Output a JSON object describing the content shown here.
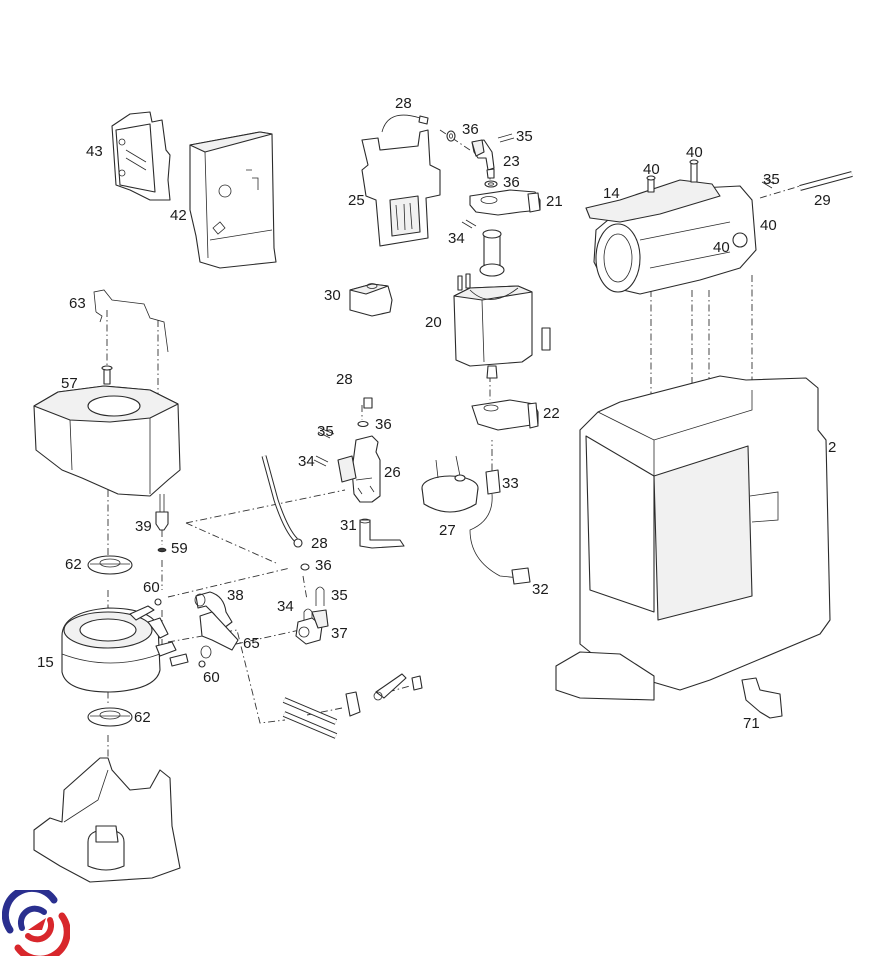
{
  "diagram": {
    "type": "exploded-parts-view",
    "subject": "coffee machine internal components",
    "line_color": "#2b2b2b",
    "background": "#ffffff"
  },
  "callouts": [
    {
      "id": "c-43",
      "label": "43",
      "part": "electronics-holder-bracket"
    },
    {
      "id": "c-42",
      "label": "42",
      "part": "control-board-housing"
    },
    {
      "id": "c-28a",
      "label": "28",
      "part": "hose-top"
    },
    {
      "id": "c-36a",
      "label": "36",
      "part": "o-ring-top"
    },
    {
      "id": "c-35a",
      "label": "35",
      "part": "clip-top"
    },
    {
      "id": "c-23",
      "label": "23",
      "part": "elbow-connector"
    },
    {
      "id": "c-36b",
      "label": "36",
      "part": "o-ring-upper"
    },
    {
      "id": "c-21",
      "label": "21",
      "part": "pump-bracket-upper"
    },
    {
      "id": "c-25",
      "label": "25",
      "part": "valve-assembly"
    },
    {
      "id": "c-34a",
      "label": "34",
      "part": "clip-pump"
    },
    {
      "id": "c-14",
      "label": "14",
      "part": "brew-unit-cover"
    },
    {
      "id": "c-40a",
      "label": "40",
      "part": "screw-a"
    },
    {
      "id": "c-40b",
      "label": "40",
      "part": "screw-b"
    },
    {
      "id": "c-40c",
      "label": "40",
      "part": "screw-c"
    },
    {
      "id": "c-40d",
      "label": "40",
      "part": "screw-d"
    },
    {
      "id": "c-35b",
      "label": "35",
      "part": "clip-brew-unit"
    },
    {
      "id": "c-29",
      "label": "29",
      "part": "hose-brew-unit"
    },
    {
      "id": "c-63",
      "label": "63",
      "part": "wire-bracket"
    },
    {
      "id": "c-30",
      "label": "30",
      "part": "flow-meter"
    },
    {
      "id": "c-20",
      "label": "20",
      "part": "vibration-pump"
    },
    {
      "id": "c-57",
      "label": "57",
      "part": "heater-cover"
    },
    {
      "id": "c-28b",
      "label": "28",
      "part": "hose-middle"
    },
    {
      "id": "c-36c",
      "label": "36",
      "part": "o-ring-middle"
    },
    {
      "id": "c-22",
      "label": "22",
      "part": "pump-bracket-lower"
    },
    {
      "id": "c-35c",
      "label": "35",
      "part": "clip-valve"
    },
    {
      "id": "c-34b",
      "label": "34",
      "part": "clip-valve-side"
    },
    {
      "id": "c-26",
      "label": "26",
      "part": "distribution-valve"
    },
    {
      "id": "c-33",
      "label": "33",
      "part": "hose-connector"
    },
    {
      "id": "c-2",
      "label": "2",
      "part": "main-frame"
    },
    {
      "id": "c-39",
      "label": "39",
      "part": "temperature-sensor"
    },
    {
      "id": "c-59",
      "label": "59",
      "part": "sensor-o-ring"
    },
    {
      "id": "c-31",
      "label": "31",
      "part": "elbow-hose"
    },
    {
      "id": "c-27",
      "label": "27",
      "part": "water-filter-base"
    },
    {
      "id": "c-28c",
      "label": "28",
      "part": "hose-lower"
    },
    {
      "id": "c-62a",
      "label": "62",
      "part": "heater-mount-upper"
    },
    {
      "id": "c-36d",
      "label": "36",
      "part": "o-ring-lower"
    },
    {
      "id": "c-32",
      "label": "32",
      "part": "hose-outlet"
    },
    {
      "id": "c-60a",
      "label": "60",
      "part": "washer-upper"
    },
    {
      "id": "c-38",
      "label": "38",
      "part": "silicone-elbow"
    },
    {
      "id": "c-34c",
      "label": "34",
      "part": "clip-lower"
    },
    {
      "id": "c-35d",
      "label": "35",
      "part": "clip-lower-b"
    },
    {
      "id": "c-37",
      "label": "37",
      "part": "elbow-fitting"
    },
    {
      "id": "c-15",
      "label": "15",
      "part": "thermoblock-heater"
    },
    {
      "id": "c-65",
      "label": "65",
      "part": "tube-kit"
    },
    {
      "id": "c-60b",
      "label": "60",
      "part": "washer-lower"
    },
    {
      "id": "c-62b",
      "label": "62",
      "part": "heater-mount-lower"
    },
    {
      "id": "c-71",
      "label": "71",
      "part": "latch"
    }
  ],
  "logo": {
    "name": "brand-swirl-logo",
    "colors": {
      "blue": "#2a2f8f",
      "red": "#d8272c"
    }
  }
}
